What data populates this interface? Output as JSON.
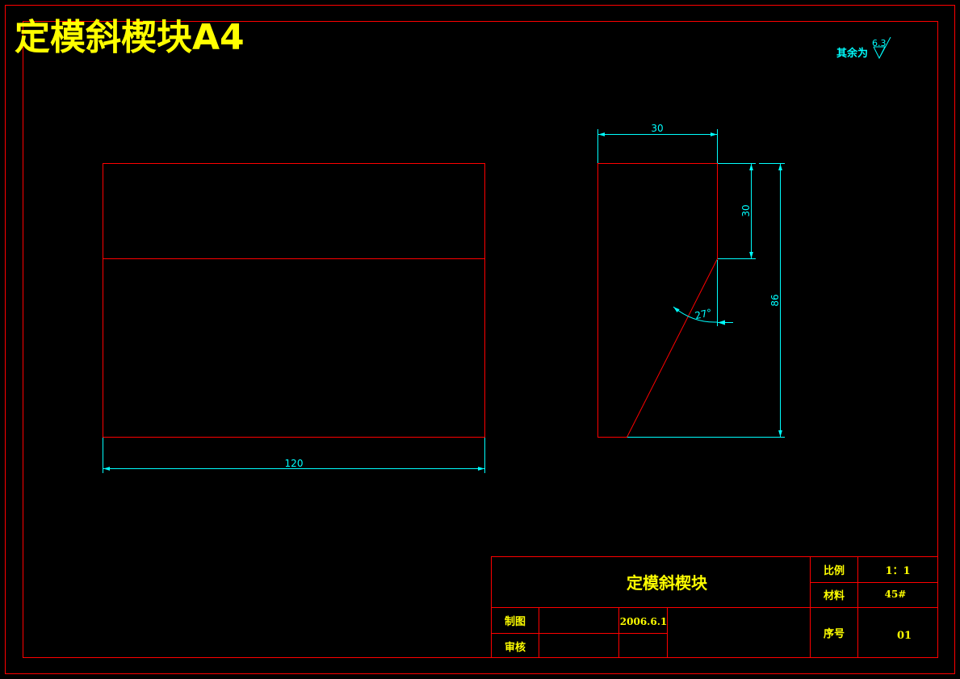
{
  "drawing": {
    "big_title": "定模斜楔块A4",
    "roughness": {
      "prefix": "其余为",
      "value": "6.3"
    },
    "dimensions": {
      "front_width": "120",
      "side_top_width": "30",
      "side_step_height": "30",
      "side_total_height": "86",
      "side_angle": "27°"
    }
  },
  "title_block": {
    "part_name": "定模斜楔块",
    "scale_label": "比例",
    "scale_value": "1：1",
    "material_label": "材料",
    "material_value": "45#",
    "drawn_label": "制图",
    "drawn_date": "2006.6.1",
    "checked_label": "审核",
    "serial_label": "序号",
    "serial_value": "01"
  },
  "colors": {
    "background": "#000000",
    "outline": "#ff0000",
    "dimension": "#00ffff",
    "text": "#ffff00"
  }
}
